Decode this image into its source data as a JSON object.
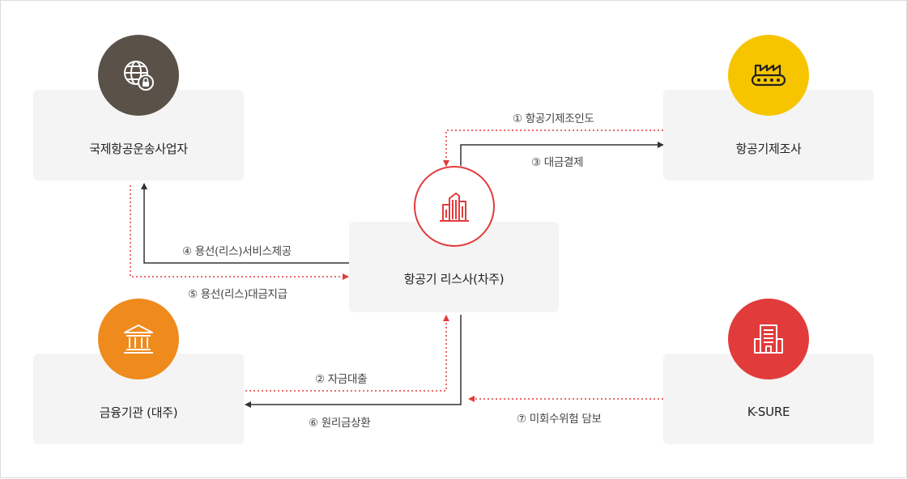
{
  "nodes": {
    "airline": "국제항공운송사업자",
    "manufacturer": "항공기제조사",
    "lessor": "항공기 리스사(차주)",
    "financial": "금융기관 (대주)",
    "ksure": "K-SURE"
  },
  "flows": {
    "f1": "① 항공기제조인도",
    "f2": "② 자금대출",
    "f3": "③ 대금결제",
    "f4": "④ 용선(리스)서비스제공",
    "f5": "⑤ 용선(리스)대금지급",
    "f6": "⑥ 원리금상환",
    "f7": "⑦ 미회수위험 담보"
  },
  "icons": {
    "airline": "globe-lock-icon",
    "manufacturer": "factory-icon",
    "lessor": "buildings-icon",
    "financial": "bank-icon",
    "ksure": "office-building-icon"
  },
  "colors": {
    "airline": "#5a5149",
    "manufacturer": "#f7c500",
    "lessor": "#e23b3b",
    "financial": "#ef8a1d",
    "ksure": "#e23b3b",
    "solid_line": "#333333",
    "dotted_line": "#e23b3b"
  }
}
